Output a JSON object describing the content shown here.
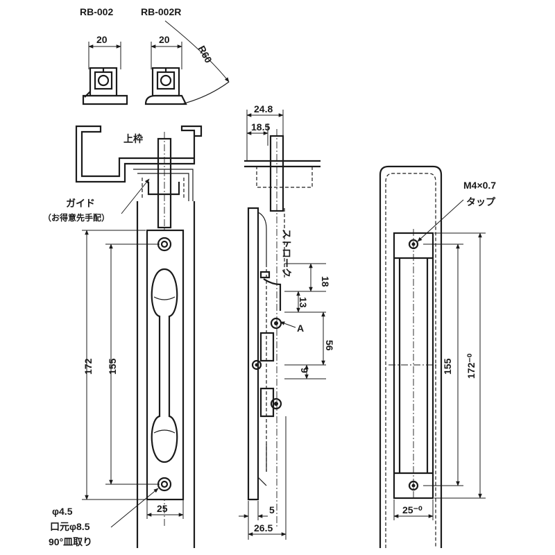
{
  "top_views": {
    "left_label": "RB-002",
    "right_label": "RB-002R",
    "left_width": "20",
    "right_width": "20",
    "radius": "R60"
  },
  "front_view": {
    "frame_label": "上枠",
    "guide_label": "ガイド",
    "guide_note": "（お得意先手配）",
    "overall_height": "172",
    "pitch": "155",
    "width": "25",
    "hole_dia": "φ4.5",
    "counterbore": "口元φ8.5",
    "countersink": "90°皿取り"
  },
  "side_view": {
    "width_outer": "24.8",
    "width_inner": "18.5",
    "stroke_label": "ストローク",
    "dim_18": "18",
    "dim_13": "13",
    "callout_a": "A",
    "dim_56": "56",
    "dim_9": "9",
    "dim_5": "5",
    "dim_26_5": "26.5"
  },
  "strike_view": {
    "thread": "M4×0.7",
    "tap": "タップ",
    "pitch": "155",
    "height": "172⁻⁰",
    "width": "25⁻⁰"
  }
}
